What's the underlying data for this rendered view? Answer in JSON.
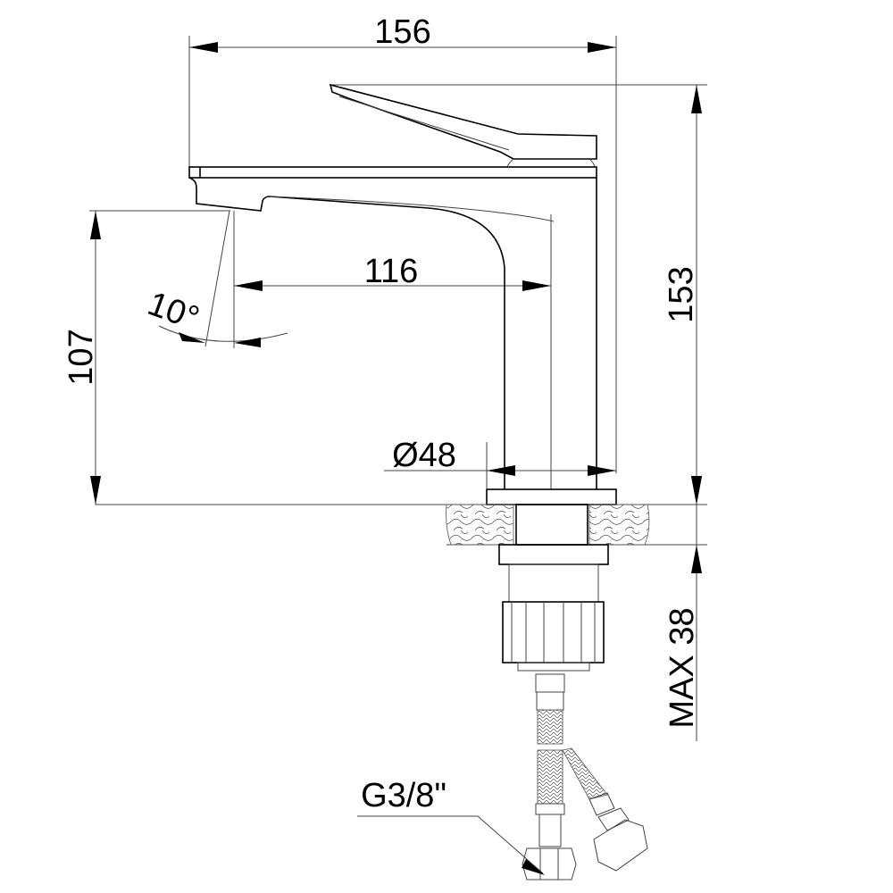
{
  "drawing": {
    "title": "Basin mixer side elevation",
    "dimensions": {
      "overall_width": "156",
      "overall_height": "153",
      "spout_height": "107",
      "spout_reach": "116",
      "base_diameter": "Ø48",
      "max_counter_thickness": "MAX 38",
      "spout_angle": "10°",
      "hose_connection": "G3/8\""
    },
    "colors": {
      "line": "#000000",
      "background": "#ffffff"
    }
  }
}
